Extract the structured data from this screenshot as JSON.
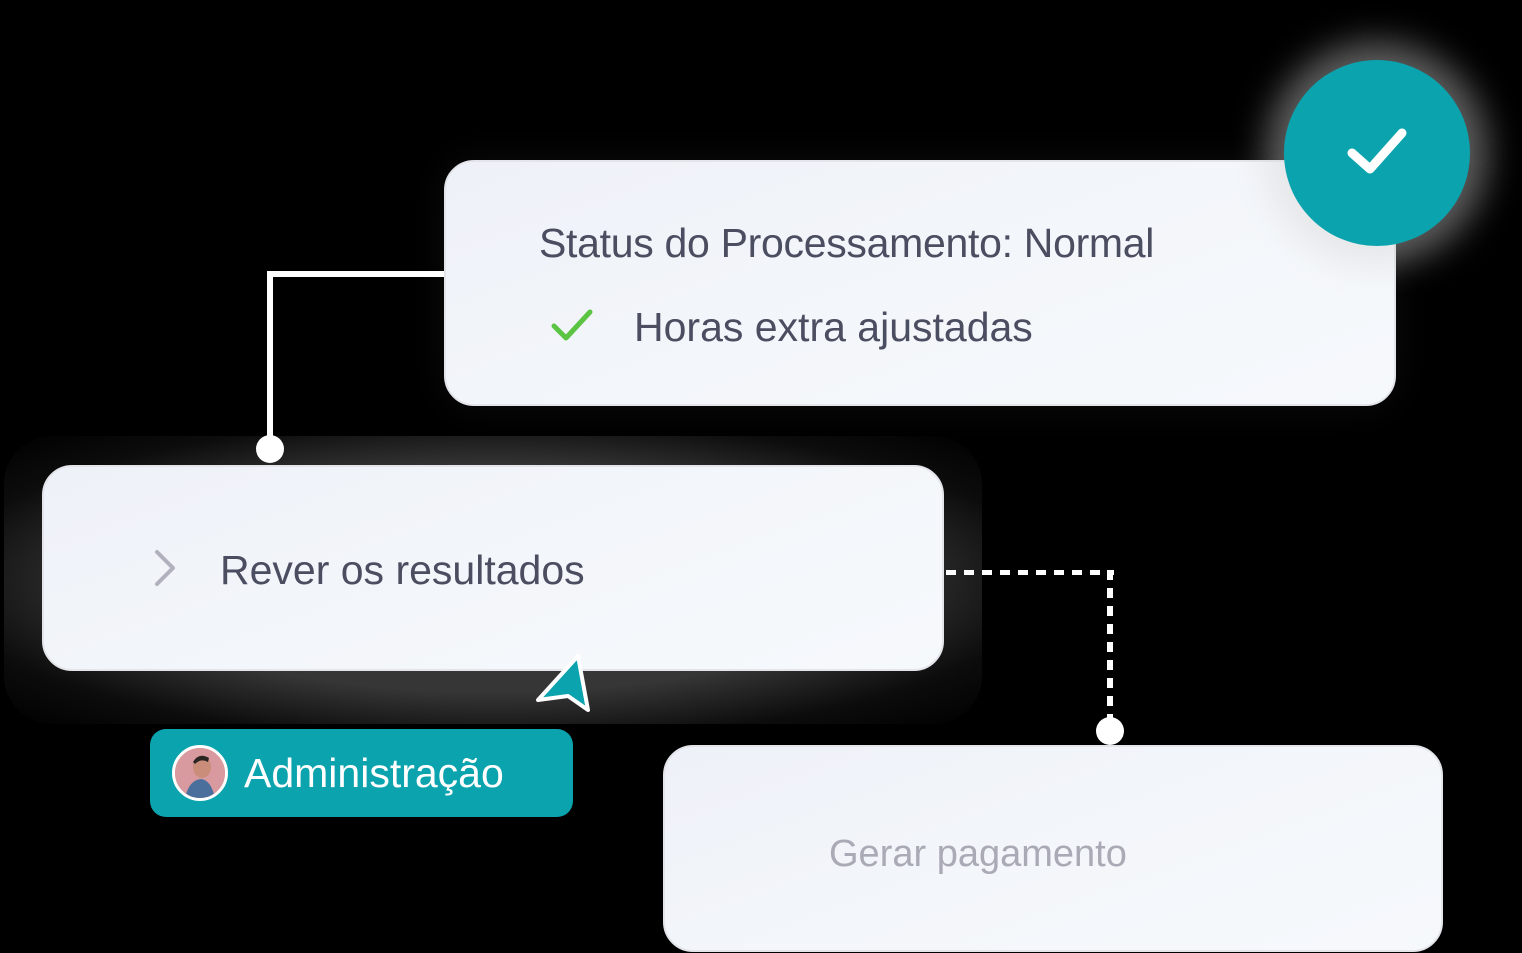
{
  "status_card": {
    "title": "Status do Processamento: Normal",
    "items": [
      {
        "label": "Horas extra ajustadas",
        "icon": "check-icon",
        "icon_color": "#5cc443"
      }
    ]
  },
  "check_badge": {
    "icon": "check-icon",
    "color": "#0aa3ae"
  },
  "review_card": {
    "icon": "chevron-right-icon",
    "label": "Rever os resultados"
  },
  "payment_card": {
    "label": "Gerar pagamento"
  },
  "cursor": {
    "icon": "pointer-arrow-icon",
    "color": "#0aa3ae"
  },
  "user_tag": {
    "name": "Administração",
    "color": "#0aa3ae"
  },
  "colors": {
    "accent": "#0aa3ae",
    "text_primary": "#4b4d60",
    "text_muted": "#a9aab5",
    "success": "#5cc443",
    "card_bg": "#f3f6fa",
    "background": "#000000"
  }
}
